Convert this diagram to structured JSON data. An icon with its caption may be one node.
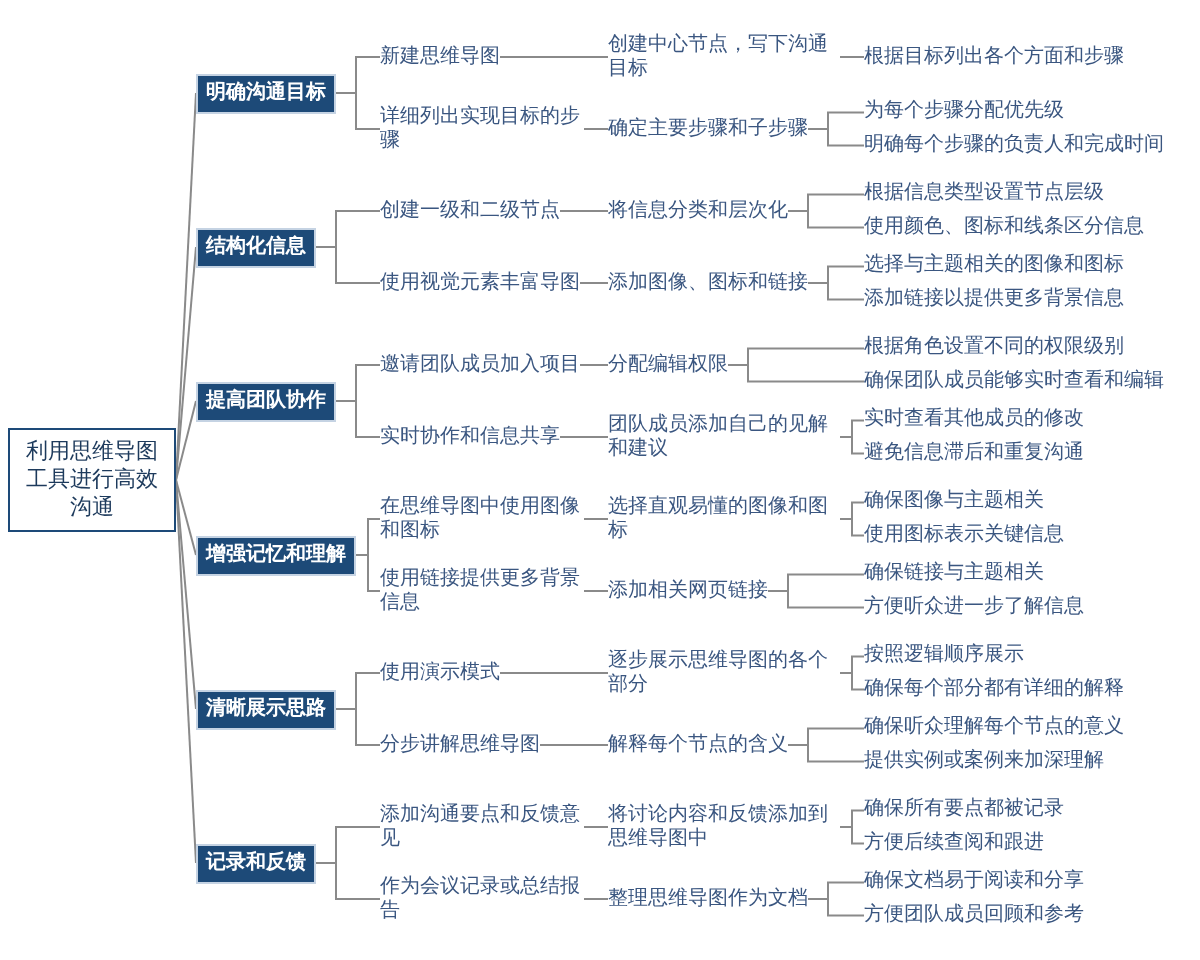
{
  "diagram": {
    "nodes": [
      {
        "text": [
          "利用思维导图工具进行高效沟通"
        ]
      },
      {
        "text": [
          "明确沟通目标"
        ]
      },
      {
        "text": [
          "新建思维导图"
        ]
      },
      {
        "text": [
          "创建中心节点，写下沟通目标"
        ]
      },
      {
        "text": [
          "根据目标列出各个方面和步骤"
        ]
      },
      {
        "text": [
          "详细列出实现目标的步骤"
        ]
      },
      {
        "text": [
          "确定主要步骤和子步骤"
        ]
      },
      {
        "text": [
          "为每个步骤分配优先级"
        ]
      },
      {
        "text": [
          "明确每个步骤的负责人和完成时间"
        ]
      },
      {
        "text": [
          "结构化信息"
        ]
      },
      {
        "text": [
          "创建一级和二级节点"
        ]
      },
      {
        "text": [
          "将信息分类和层次化"
        ]
      },
      {
        "text": [
          "根据信息类型设置节点层级"
        ]
      },
      {
        "text": [
          "使用颜色、图标和线条区分信息"
        ]
      },
      {
        "text": [
          "使用视觉元素丰富导图"
        ]
      },
      {
        "text": [
          "添加图像、图标和链接"
        ]
      },
      {
        "text": [
          "选择与主题相关的图像和图标"
        ]
      },
      {
        "text": [
          "添加链接以提供更多背景信息"
        ]
      },
      {
        "text": [
          "提高团队协作"
        ]
      },
      {
        "text": [
          "邀请团队成员加入项目"
        ]
      },
      {
        "text": [
          "分配编辑权限"
        ]
      },
      {
        "text": [
          "根据角色设置不同的权限级别"
        ]
      },
      {
        "text": [
          "确保团队成员能够实时查看和编辑"
        ]
      },
      {
        "text": [
          "实时协作和信息共享"
        ]
      },
      {
        "text": [
          "团队成员添加自己的见解和建议"
        ]
      },
      {
        "text": [
          "实时查看其他成员的修改"
        ]
      },
      {
        "text": [
          "避免信息滞后和重复沟通"
        ]
      },
      {
        "text": [
          "增强记忆和理解"
        ]
      },
      {
        "text": [
          "在思维导图中使用图像和图标"
        ]
      },
      {
        "text": [
          "选择直观易懂的图像和图标"
        ]
      },
      {
        "text": [
          "确保图像与主题相关"
        ]
      },
      {
        "text": [
          "使用图标表示关键信息"
        ]
      },
      {
        "text": [
          "使用链接提供更多背景信息"
        ]
      },
      {
        "text": [
          "添加相关网页链接"
        ]
      },
      {
        "text": [
          "确保链接与主题相关"
        ]
      },
      {
        "text": [
          "方便听众进一步了解信息"
        ]
      },
      {
        "text": [
          "清晰展示思路"
        ]
      },
      {
        "text": [
          "使用演示模式"
        ]
      },
      {
        "text": [
          "逐步展示思维导图的各个部分"
        ]
      },
      {
        "text": [
          "按照逻辑顺序展示"
        ]
      },
      {
        "text": [
          "确保每个部分都有详细的解释"
        ]
      },
      {
        "text": [
          "分步讲解思维导图"
        ]
      },
      {
        "text": [
          "解释每个节点的含义"
        ]
      },
      {
        "text": [
          "确保听众理解每个节点的意义"
        ]
      },
      {
        "text": [
          "提供实例或案例来加深理解"
        ]
      },
      {
        "text": [
          "记录和反馈"
        ]
      },
      {
        "text": [
          "添加沟通要点和反馈意见"
        ]
      },
      {
        "text": [
          "将讨论内容和反馈添加到思维导图中"
        ]
      },
      {
        "text": [
          "确保所有要点都被记录"
        ]
      },
      {
        "text": [
          "方便后续查阅和跟进"
        ]
      },
      {
        "text": [
          "作为会议记录或总结报告"
        ]
      },
      {
        "text": [
          "整理思维导图作为文档"
        ]
      },
      {
        "text": [
          "确保文档易于阅读和分享"
        ]
      },
      {
        "text": [
          "方便团队成员回顾和参考"
        ]
      }
    ],
    "edges": [
      {
        "from": 0,
        "to": 1,
        "arrow": "none"
      },
      {
        "from": 1,
        "to": 2,
        "arrow": "none"
      },
      {
        "from": 2,
        "to": 3,
        "arrow": "none"
      },
      {
        "from": 3,
        "to": 4,
        "arrow": "none"
      },
      {
        "from": 1,
        "to": 5,
        "arrow": "none"
      },
      {
        "from": 5,
        "to": 6,
        "arrow": "none"
      },
      {
        "from": 6,
        "to": 7,
        "arrow": "none"
      },
      {
        "from": 6,
        "to": 8,
        "arrow": "none"
      },
      {
        "from": 0,
        "to": 9,
        "arrow": "none"
      },
      {
        "from": 9,
        "to": 10,
        "arrow": "none"
      },
      {
        "from": 10,
        "to": 11,
        "arrow": "none"
      },
      {
        "from": 11,
        "to": 12,
        "arrow": "none"
      },
      {
        "from": 11,
        "to": 13,
        "arrow": "none"
      },
      {
        "from": 9,
        "to": 14,
        "arrow": "none"
      },
      {
        "from": 14,
        "to": 15,
        "arrow": "none"
      },
      {
        "from": 15,
        "to": 16,
        "arrow": "none"
      },
      {
        "from": 15,
        "to": 17,
        "arrow": "none"
      },
      {
        "from": 0,
        "to": 18,
        "arrow": "none"
      },
      {
        "from": 18,
        "to": 19,
        "arrow": "none"
      },
      {
        "from": 19,
        "to": 20,
        "arrow": "none"
      },
      {
        "from": 20,
        "to": 21,
        "arrow": "none"
      },
      {
        "from": 20,
        "to": 22,
        "arrow": "none"
      },
      {
        "from": 18,
        "to": 23,
        "arrow": "none"
      },
      {
        "from": 23,
        "to": 24,
        "arrow": "none"
      },
      {
        "from": 24,
        "to": 25,
        "arrow": "none"
      },
      {
        "from": 24,
        "to": 26,
        "arrow": "none"
      },
      {
        "from": 0,
        "to": 27,
        "arrow": "none"
      },
      {
        "from": 27,
        "to": 28,
        "arrow": "none"
      },
      {
        "from": 28,
        "to": 29,
        "arrow": "none"
      },
      {
        "from": 29,
        "to": 30,
        "arrow": "none"
      },
      {
        "from": 29,
        "to": 31,
        "arrow": "none"
      },
      {
        "from": 27,
        "to": 32,
        "arrow": "none"
      },
      {
        "from": 32,
        "to": 33,
        "arrow": "none"
      },
      {
        "from": 33,
        "to": 34,
        "arrow": "none"
      },
      {
        "from": 33,
        "to": 35,
        "arrow": "none"
      },
      {
        "from": 0,
        "to": 36,
        "arrow": "none"
      },
      {
        "from": 36,
        "to": 37,
        "arrow": "none"
      },
      {
        "from": 37,
        "to": 38,
        "arrow": "none"
      },
      {
        "from": 38,
        "to": 39,
        "arrow": "none"
      },
      {
        "from": 38,
        "to": 40,
        "arrow": "none"
      },
      {
        "from": 36,
        "to": 41,
        "arrow": "none"
      },
      {
        "from": 41,
        "to": 42,
        "arrow": "none"
      },
      {
        "from": 42,
        "to": 43,
        "arrow": "none"
      },
      {
        "from": 42,
        "to": 44,
        "arrow": "none"
      },
      {
        "from": 0,
        "to": 45,
        "arrow": "none"
      },
      {
        "from": 45,
        "to": 46,
        "arrow": "none"
      },
      {
        "from": 46,
        "to": 47,
        "arrow": "none"
      },
      {
        "from": 47,
        "to": 48,
        "arrow": "none"
      },
      {
        "from": 47,
        "to": 49,
        "arrow": "none"
      },
      {
        "from": 45,
        "to": 50,
        "arrow": "none"
      },
      {
        "from": 50,
        "to": 51,
        "arrow": "none"
      },
      {
        "from": 51,
        "to": 52,
        "arrow": "none"
      },
      {
        "from": 51,
        "to": 53,
        "arrow": "none"
      }
    ]
  }
}
